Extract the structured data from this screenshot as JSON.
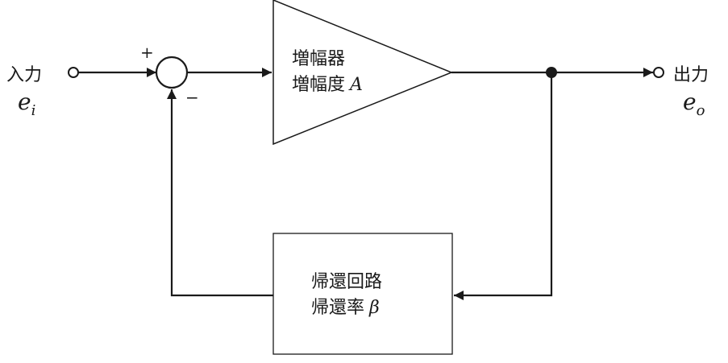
{
  "input": {
    "label": "入力",
    "symbol": "e",
    "subscript": "i"
  },
  "output": {
    "label": "出力",
    "symbol": "e",
    "subscript": "o"
  },
  "summing_junction": {
    "plus_sign": "+",
    "minus_sign": "−"
  },
  "amplifier": {
    "title": "増幅器",
    "gain_label": "増幅度",
    "gain_symbol": "A"
  },
  "feedback": {
    "title": "帰還回路",
    "ratio_label": "帰還率",
    "ratio_symbol": "β"
  },
  "colors": {
    "line": "#1a1a1a",
    "background": "#ffffff"
  }
}
